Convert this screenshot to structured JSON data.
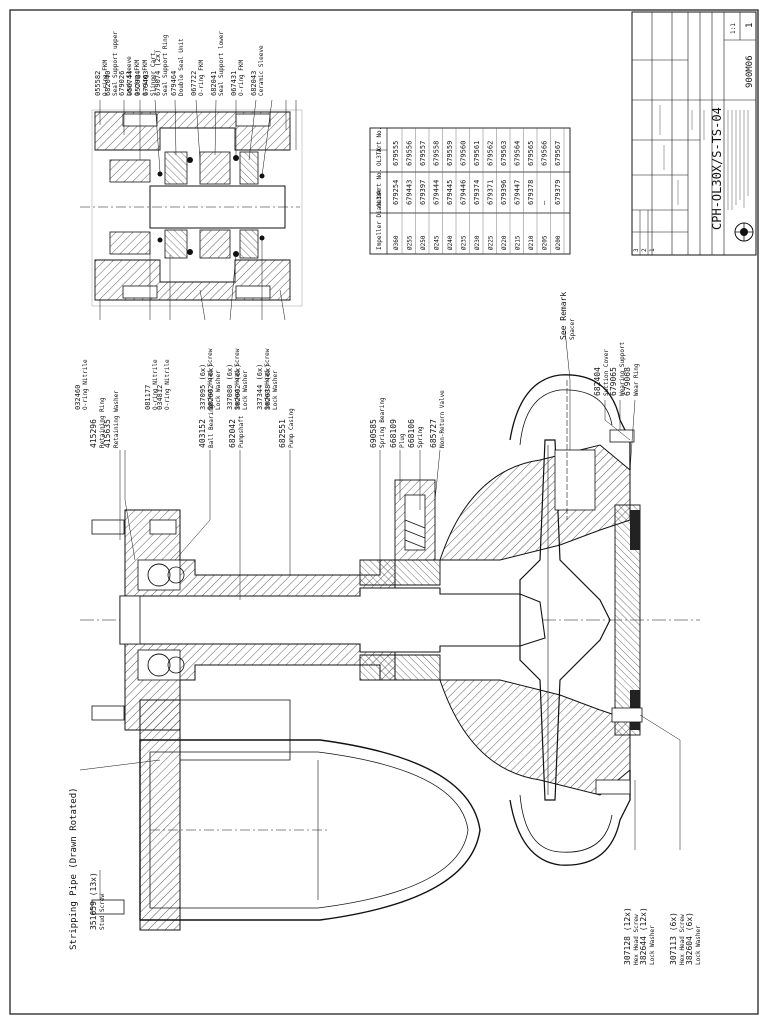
{
  "drawing": {
    "number": "CPH-OL30X/S-TS-04",
    "doc_no": "900M06",
    "sheet_no": "1",
    "scale_label": "1:1",
    "revision_rows": [
      "3",
      "2",
      "1"
    ]
  },
  "labels": {
    "stripping_pipe": "Stripping Pipe (Drawn Rotated)",
    "see_remark": "See Remark",
    "spacer": "Spacer"
  },
  "table": {
    "title": "Impeller Diameter",
    "head": [
      "OL3X",
      "Art No.",
      "OL3TX",
      "Art No."
    ],
    "rows": [
      [
        "Ø360",
        "679254",
        "679555"
      ],
      [
        "Ø255",
        "679443",
        "679556"
      ],
      [
        "Ø250",
        "679397",
        "679557"
      ],
      [
        "Ø245",
        "679444",
        "679558"
      ],
      [
        "Ø240",
        "679445",
        "679559"
      ],
      [
        "Ø235",
        "679446",
        "679560"
      ],
      [
        "Ø230",
        "679374",
        "679561"
      ],
      [
        "Ø225",
        "679371",
        "679562"
      ],
      [
        "Ø220",
        "679396",
        "679563"
      ],
      [
        "Ø215",
        "679447",
        "679564"
      ],
      [
        "Ø210",
        "679378",
        "679565"
      ],
      [
        "Ø205",
        "–",
        "679566"
      ],
      [
        "Ø200",
        "679379",
        "679567"
      ]
    ]
  },
  "detail_callouts_top": [
    {
      "num": "055582",
      "name": "O-ring FKM"
    },
    {
      "num": "682040",
      "name": "Seal Support upper"
    },
    {
      "num": "679026",
      "name": "Lock Sleeve"
    },
    {
      "num": "056744",
      "name": "O-ring FKM"
    },
    {
      "num": "052924",
      "name": "O-ring FKM"
    },
    {
      "num": "679463",
      "name": "Slinger Cart."
    },
    {
      "num": "679074 (2x)",
      "name": "Seal Support Ring"
    },
    {
      "num": "679464",
      "name": "Double Seal Unit"
    },
    {
      "num": "067722",
      "name": "O-ring FKM"
    },
    {
      "num": "682041",
      "name": "Seal Support lower"
    },
    {
      "num": "067431",
      "name": "O-ring FKM"
    },
    {
      "num": "682043",
      "name": "Ceramic Sleeve"
    }
  ],
  "detail_callouts_bottom": [
    {
      "num": "032460",
      "name": "O-ring Nitrile"
    },
    {
      "num": "081177",
      "name": "O-ring Nitrile"
    },
    {
      "num": "034812",
      "name": "O-ring Nitrile"
    },
    {
      "num": "337095 (6x)",
      "name": "Socket Head Screw"
    },
    {
      "num": "382602 (6x)",
      "name": "Lock Washer"
    },
    {
      "num": "337080 (6x)",
      "name": "Socket Head Screw"
    },
    {
      "num": "382602 (6x)",
      "name": "Lock Washer"
    },
    {
      "num": "337344 (6x)",
      "name": "Socket Head Screw"
    },
    {
      "num": "382638 (6x)",
      "name": "Lock Washer"
    }
  ],
  "main_callouts": [
    {
      "num": "415296",
      "name": "Retaining Ring"
    },
    {
      "num": "415635",
      "name": "Retaining Washer"
    },
    {
      "num": "403152",
      "name": "Ball Bearing"
    },
    {
      "num": "682042",
      "name": "Pumpshaft"
    },
    {
      "num": "682551",
      "name": "Pump Casing"
    },
    {
      "num": "690585",
      "name": "Spring Bearing"
    },
    {
      "num": "668109",
      "name": "Plug"
    },
    {
      "num": "668106",
      "name": "Spring"
    },
    {
      "num": "685727",
      "name": "Non-Return Valve"
    },
    {
      "num": "682404",
      "name": "Suction Cover"
    },
    {
      "num": "679065",
      "name": "Wearing Support"
    },
    {
      "num": "679068",
      "name": "Wear Ring"
    },
    {
      "num": "351659 (13x)",
      "name": "Stud Screw"
    },
    {
      "num": "307128 (12x)",
      "name": "Hex Head Screw"
    },
    {
      "num": "382644 (12x)",
      "name": "Lock Washer"
    },
    {
      "num": "307113 (6x)",
      "name": "Hex Head Screw"
    },
    {
      "num": "382604 (6x)",
      "name": "Lock Washer"
    }
  ],
  "colors": {
    "ink": "#111111",
    "hatch": "#333333",
    "paper": "#ffffff"
  }
}
